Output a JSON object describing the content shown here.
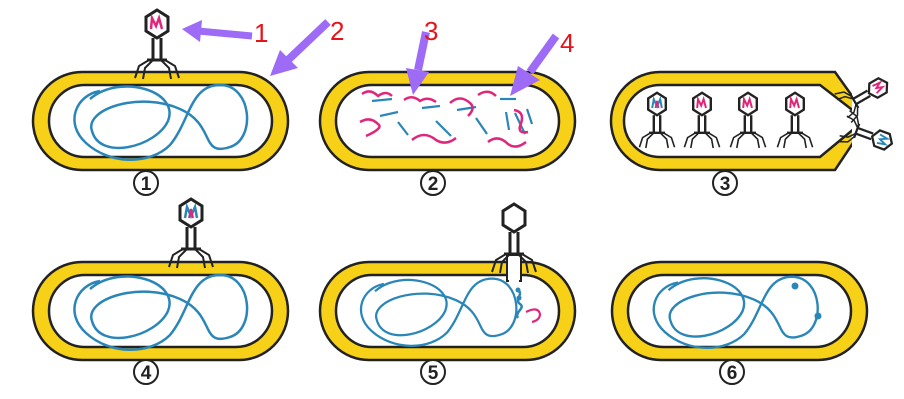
{
  "panels": [
    {
      "number": "1"
    },
    {
      "number": "2"
    },
    {
      "number": "3"
    },
    {
      "number": "4"
    },
    {
      "number": "5"
    },
    {
      "number": "6"
    }
  ],
  "callouts": [
    {
      "label": "1"
    },
    {
      "label": "2"
    },
    {
      "label": "3"
    },
    {
      "label": "4"
    }
  ],
  "colors": {
    "cell_wall": "#F7D117",
    "outline": "#222222",
    "dna": "#2B86B8",
    "viral_dna": "#E0267A",
    "arrow": "#9D6BF5",
    "callout_text": "#E8121A",
    "phage_head_fill": "#ffffff"
  }
}
